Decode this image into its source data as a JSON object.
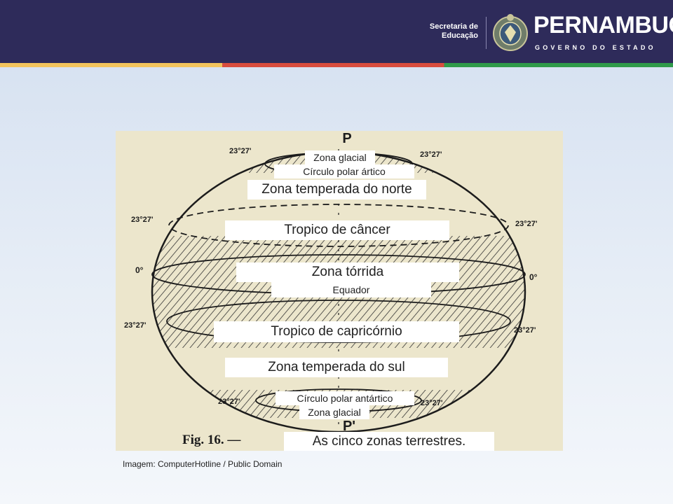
{
  "header": {
    "secretaria_line1": "Secretaria de",
    "secretaria_line2": "Educação",
    "brand": "PERNAMBUCO",
    "subtitle": "GOVERNO DO ESTADO",
    "colors": {
      "bar": "#2e2b5a",
      "yellow": "#f2c35c",
      "red": "#d84c3e",
      "green": "#2f9a4a"
    }
  },
  "diagram": {
    "pole_north": "P",
    "pole_south": "P'",
    "fig_label": "Fig. 16. —",
    "degree_labels": {
      "arctic": "23°27'",
      "tropic": "23°27'",
      "equator": "0°"
    },
    "labels": {
      "glacial_north": "Zona glacial",
      "arctic_circle": "Círculo polar ártico",
      "temperate_north": "Zona temperada do norte",
      "tropic_cancer": "Tropico de câncer",
      "torrid": "Zona tórrida",
      "equator": "Equador",
      "tropic_capricorn": "Tropico de capricórnio",
      "temperate_south": "Zona temperada do sul",
      "antarctic_circle": "Círculo polar antártico",
      "glacial_south": "Zona glacial",
      "caption": "As cinco zonas terrestres."
    }
  },
  "credit": "Imagem: ComputerHotline / Public Domain"
}
